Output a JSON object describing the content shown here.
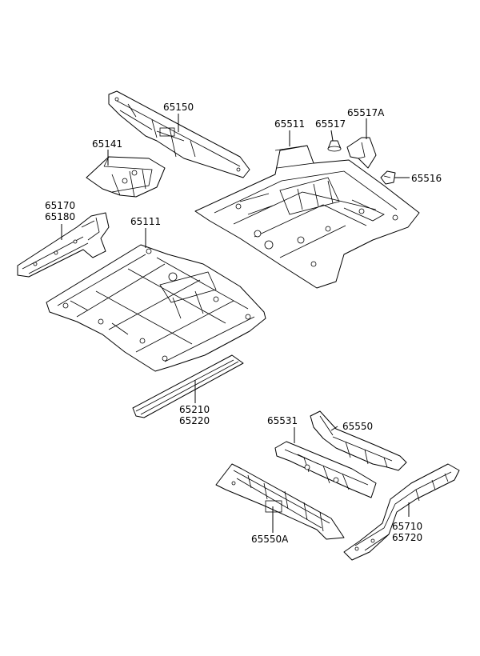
{
  "diagram": {
    "labels": {
      "p65150": "65150",
      "p65141": "65141",
      "p65511": "65511",
      "p65517": "65517",
      "p65517a": "65517A",
      "p65516": "65516",
      "p65170": "65170",
      "p65180": "65180",
      "p65111": "65111",
      "p65210": "65210",
      "p65220": "65220",
      "p65531": "65531",
      "p65550": "65550",
      "p65550a": "65550A",
      "p65710": "65710",
      "p65720": "65720"
    }
  }
}
